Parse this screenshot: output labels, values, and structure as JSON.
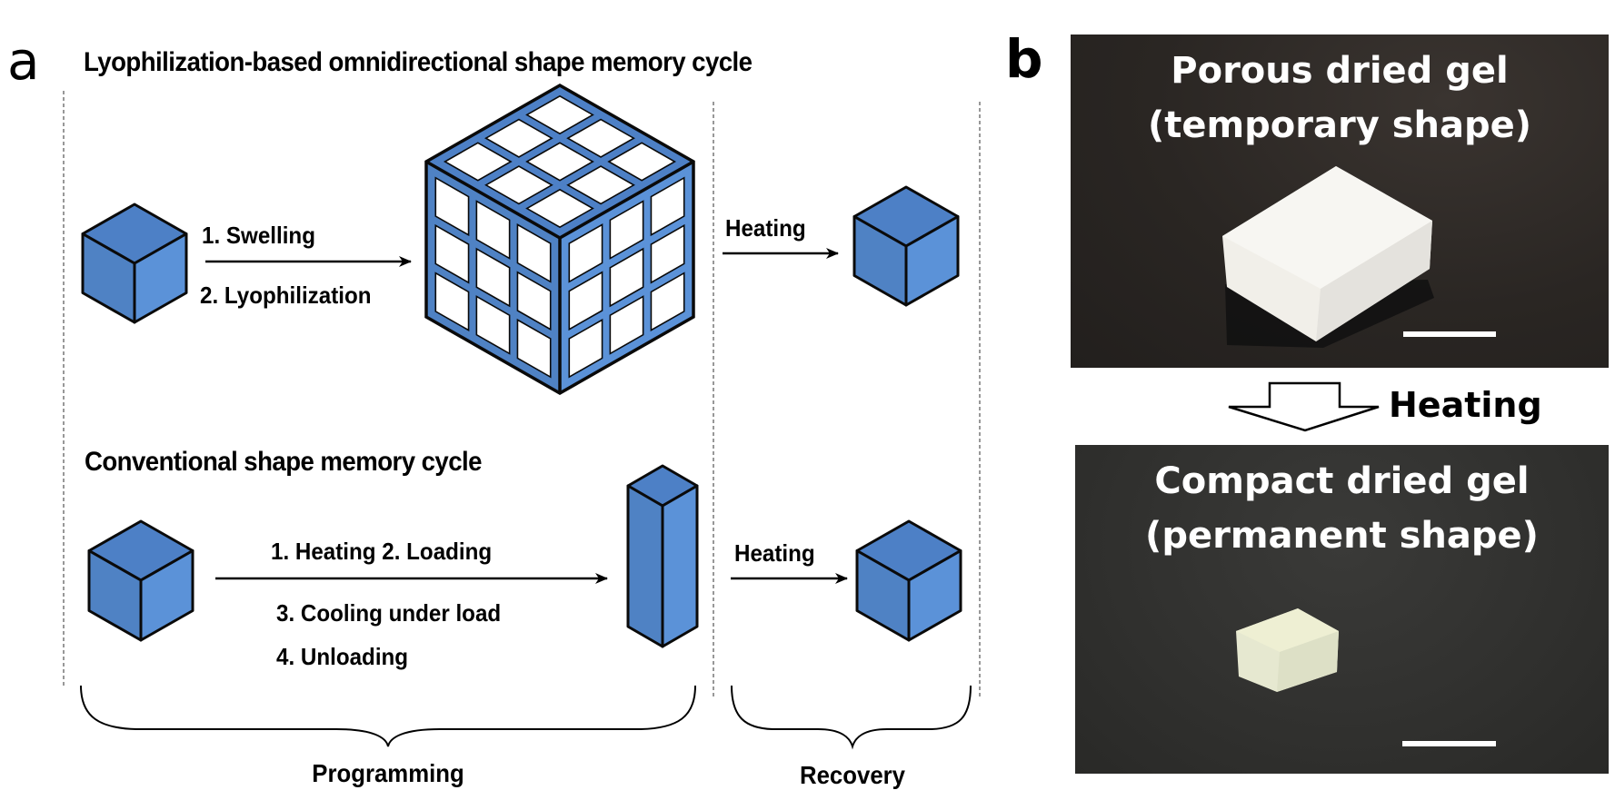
{
  "panel_a": {
    "letter": "a",
    "title_top": "Lyophilization-based omnidirectional shape memory cycle",
    "top_steps": [
      "1. Swelling",
      "2. Lyophilization"
    ],
    "top_recovery_step": "Heating",
    "title_bottom": "Conventional shape memory cycle",
    "bottom_steps": [
      "1. Heating 2. Loading",
      "3. Cooling under load",
      "4. Unloading"
    ],
    "bottom_recovery_step": "Heating",
    "phase_labels": [
      "Programming",
      "Recovery"
    ],
    "colors": {
      "cube_top": "#4d80c6",
      "cube_left": "#4f82c4",
      "cube_right": "#5b92d8",
      "outline": "#0a0a0a",
      "pore": "#ffffff"
    }
  },
  "panel_b": {
    "letter": "b",
    "top_photo_caption": [
      "Porous dried gel",
      "(temporary shape)"
    ],
    "transition_label": "Heating",
    "bottom_photo_caption": [
      "Compact dried gel",
      "(permanent shape)"
    ],
    "scale_bar": "white bar, length unlabeled"
  }
}
